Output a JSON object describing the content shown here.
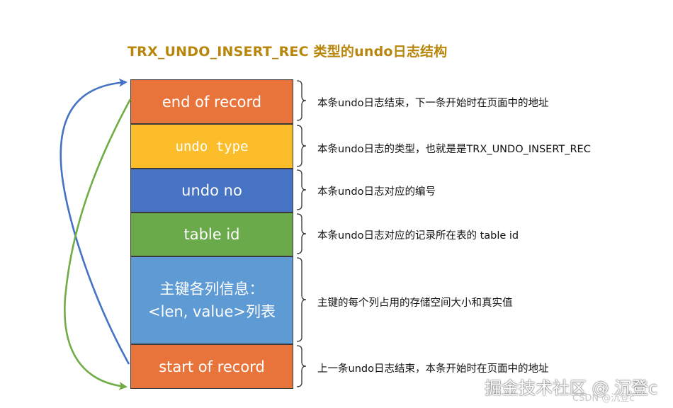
{
  "title": "TRX_UNDO_INSERT_REC 类型的undo日志结构",
  "blocks": [
    {
      "label": "end of record",
      "color": "#e8743b"
    },
    {
      "label": "undo type",
      "color": "#fbbd2a"
    },
    {
      "label": "undo no",
      "color": "#4673c4"
    },
    {
      "label": "table id",
      "color": "#6aaa4b"
    },
    {
      "label_line1": "主键各列信息：",
      "label_line2": "<len, value>列表",
      "color": "#5e9bd5"
    },
    {
      "label": "start of record",
      "color": "#e8743b"
    }
  ],
  "descriptions": [
    "本条undo日志结束，下一条开始时在页面中的地址",
    "本条undo日志的类型，也就是是TRX_UNDO_INSERT_REC",
    "本条undo日志对应的编号",
    "本条undo日志对应的记录所在表的 table id",
    "主键的每个列占用的存储空间大小和真实值",
    "上一条undo日志结束，本条开始时在页面中的地址"
  ],
  "arrows": {
    "blue": "#4472c4",
    "green": "#70ad47"
  },
  "watermark": {
    "main": "掘金技术社区 @ 沉登c",
    "sub": "CSDN @沉登c"
  }
}
